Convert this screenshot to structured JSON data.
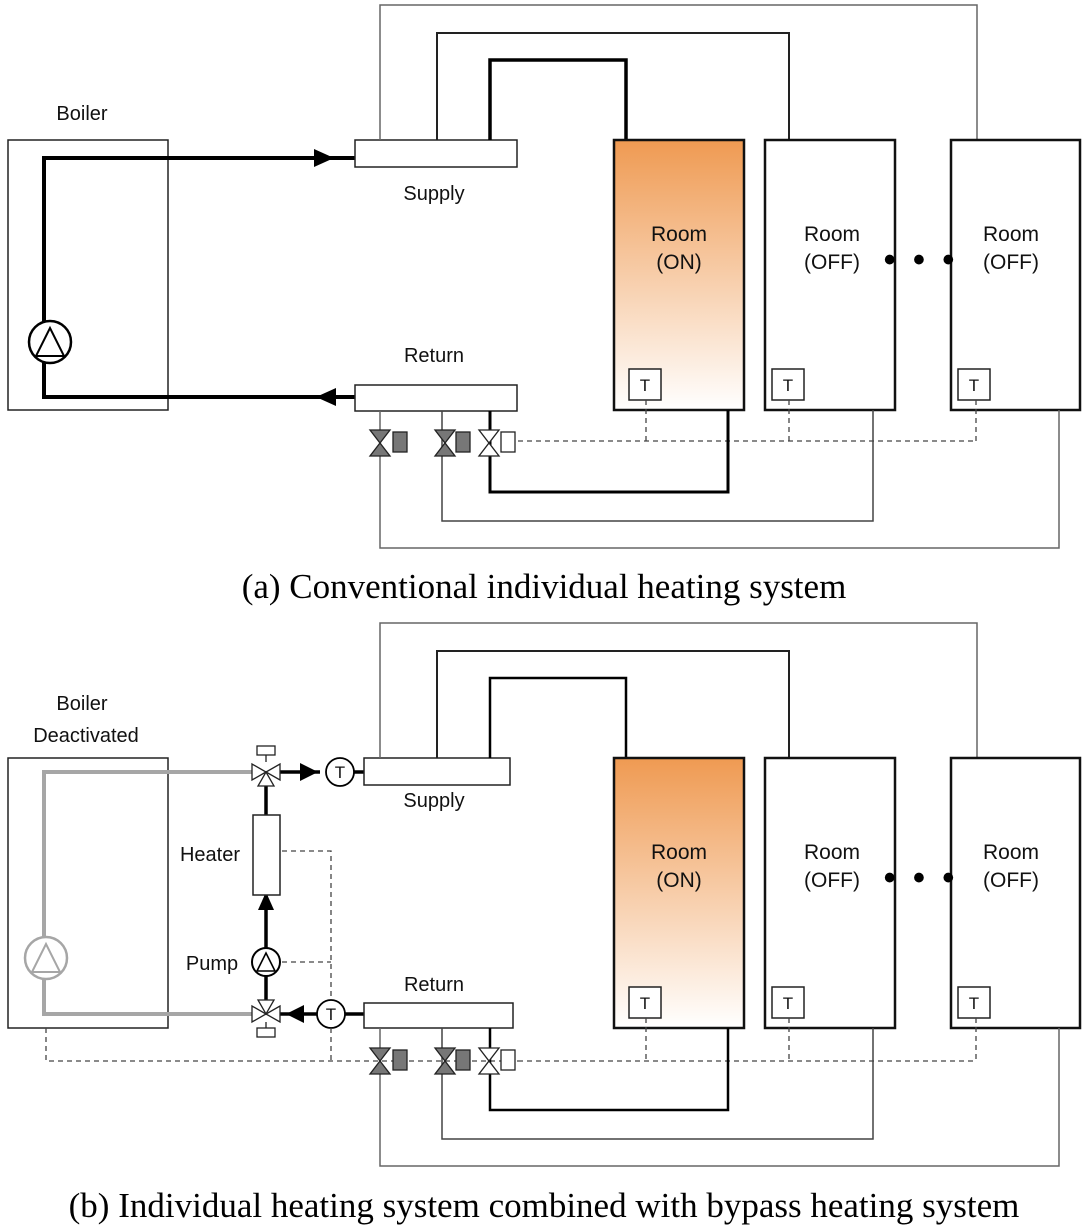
{
  "panel_a": {
    "boiler_label": "Boiler",
    "supply_label": "Supply",
    "return_label": "Return",
    "rooms": [
      {
        "name": "Room",
        "state": "(ON)",
        "sensor": "T"
      },
      {
        "name": "Room",
        "state": "(OFF)",
        "sensor": "T"
      },
      {
        "name": "Room",
        "state": "(OFF)",
        "sensor": "T"
      }
    ],
    "ellipsis": "• • •",
    "caption": "(a) Conventional individual heating system"
  },
  "panel_b": {
    "boiler_label_1": "Boiler",
    "boiler_label_2": "Deactivated",
    "supply_label": "Supply",
    "return_label": "Return",
    "heater_label": "Heater",
    "pump_label": "Pump",
    "supply_sensor": "T",
    "return_sensor": "T",
    "rooms": [
      {
        "name": "Room",
        "state": "(ON)",
        "sensor": "T"
      },
      {
        "name": "Room",
        "state": "(OFF)",
        "sensor": "T"
      },
      {
        "name": "Room",
        "state": "(OFF)",
        "sensor": "T"
      }
    ],
    "ellipsis": "• • •",
    "caption": "(b) Individual heating system combined with bypass heating system"
  },
  "colors": {
    "room_on_top": "#ef9a52",
    "room_on_bottom": "#ffffff",
    "inactive_pipe": "#a6a6a6",
    "valve_fill": "#777777"
  }
}
